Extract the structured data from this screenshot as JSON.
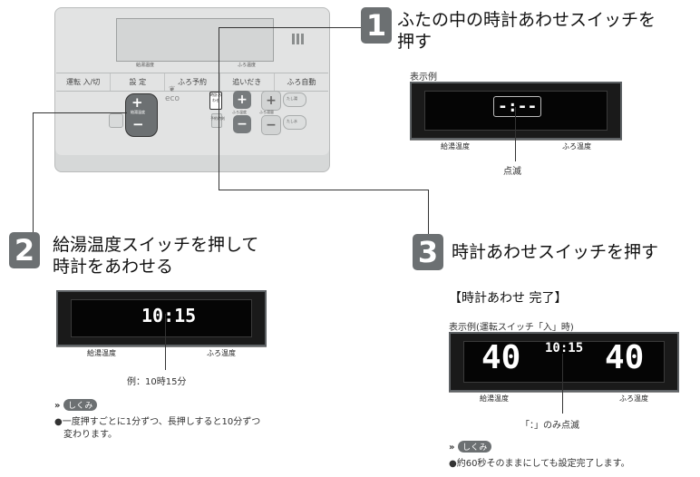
{
  "controller": {
    "screen_left_caption": "給湯温度",
    "screen_right_caption": "ふろ温度",
    "buttons": [
      "運転 入/切",
      "設 定",
      "ふろ予約",
      "追いだき",
      "ふろ自動"
    ],
    "kyuto_label": "給湯温度",
    "clock_label": "時計あわせ",
    "eco_label": "eco",
    "furo_ondo": "ふろ温度",
    "furo_mizu": "ふろ湯量",
    "tashiyu": "たし湯",
    "tashimizu": "たし水",
    "yoyaku": "予約時刻"
  },
  "step1": {
    "number": "1",
    "title_line1": "ふたの中の時計あわせスイッチを",
    "title_line2": "押す",
    "example_label": "表示例",
    "display_text": "-:--",
    "left_label": "給湯温度",
    "right_label": "ふろ温度",
    "blink_label": "点滅"
  },
  "step2": {
    "number": "2",
    "title_line1": "給湯温度スイッチを押して",
    "title_line2": "時計をあわせる",
    "display_text": "10:15",
    "left_label": "給湯温度",
    "right_label": "ふろ温度",
    "example_caption": "例：10時15分",
    "note_tag": "しくみ",
    "note_line1": "●一度押すごとに1分ずつ、長押しすると10分ずつ",
    "note_line2": "変わります。"
  },
  "step3": {
    "number": "3",
    "title": "時計あわせスイッチを押す",
    "complete": "【時計あわせ 完了】",
    "example_label": "表示例(運転スイッチ「入」時)",
    "left_temp": "40",
    "clock": "10:15",
    "right_temp": "40",
    "left_label": "給湯温度",
    "right_label": "ふろ温度",
    "blink_label": "「：」のみ点滅",
    "note_tag": "しくみ",
    "note_line1": "●約60秒そのままにしても設定完了します。"
  }
}
